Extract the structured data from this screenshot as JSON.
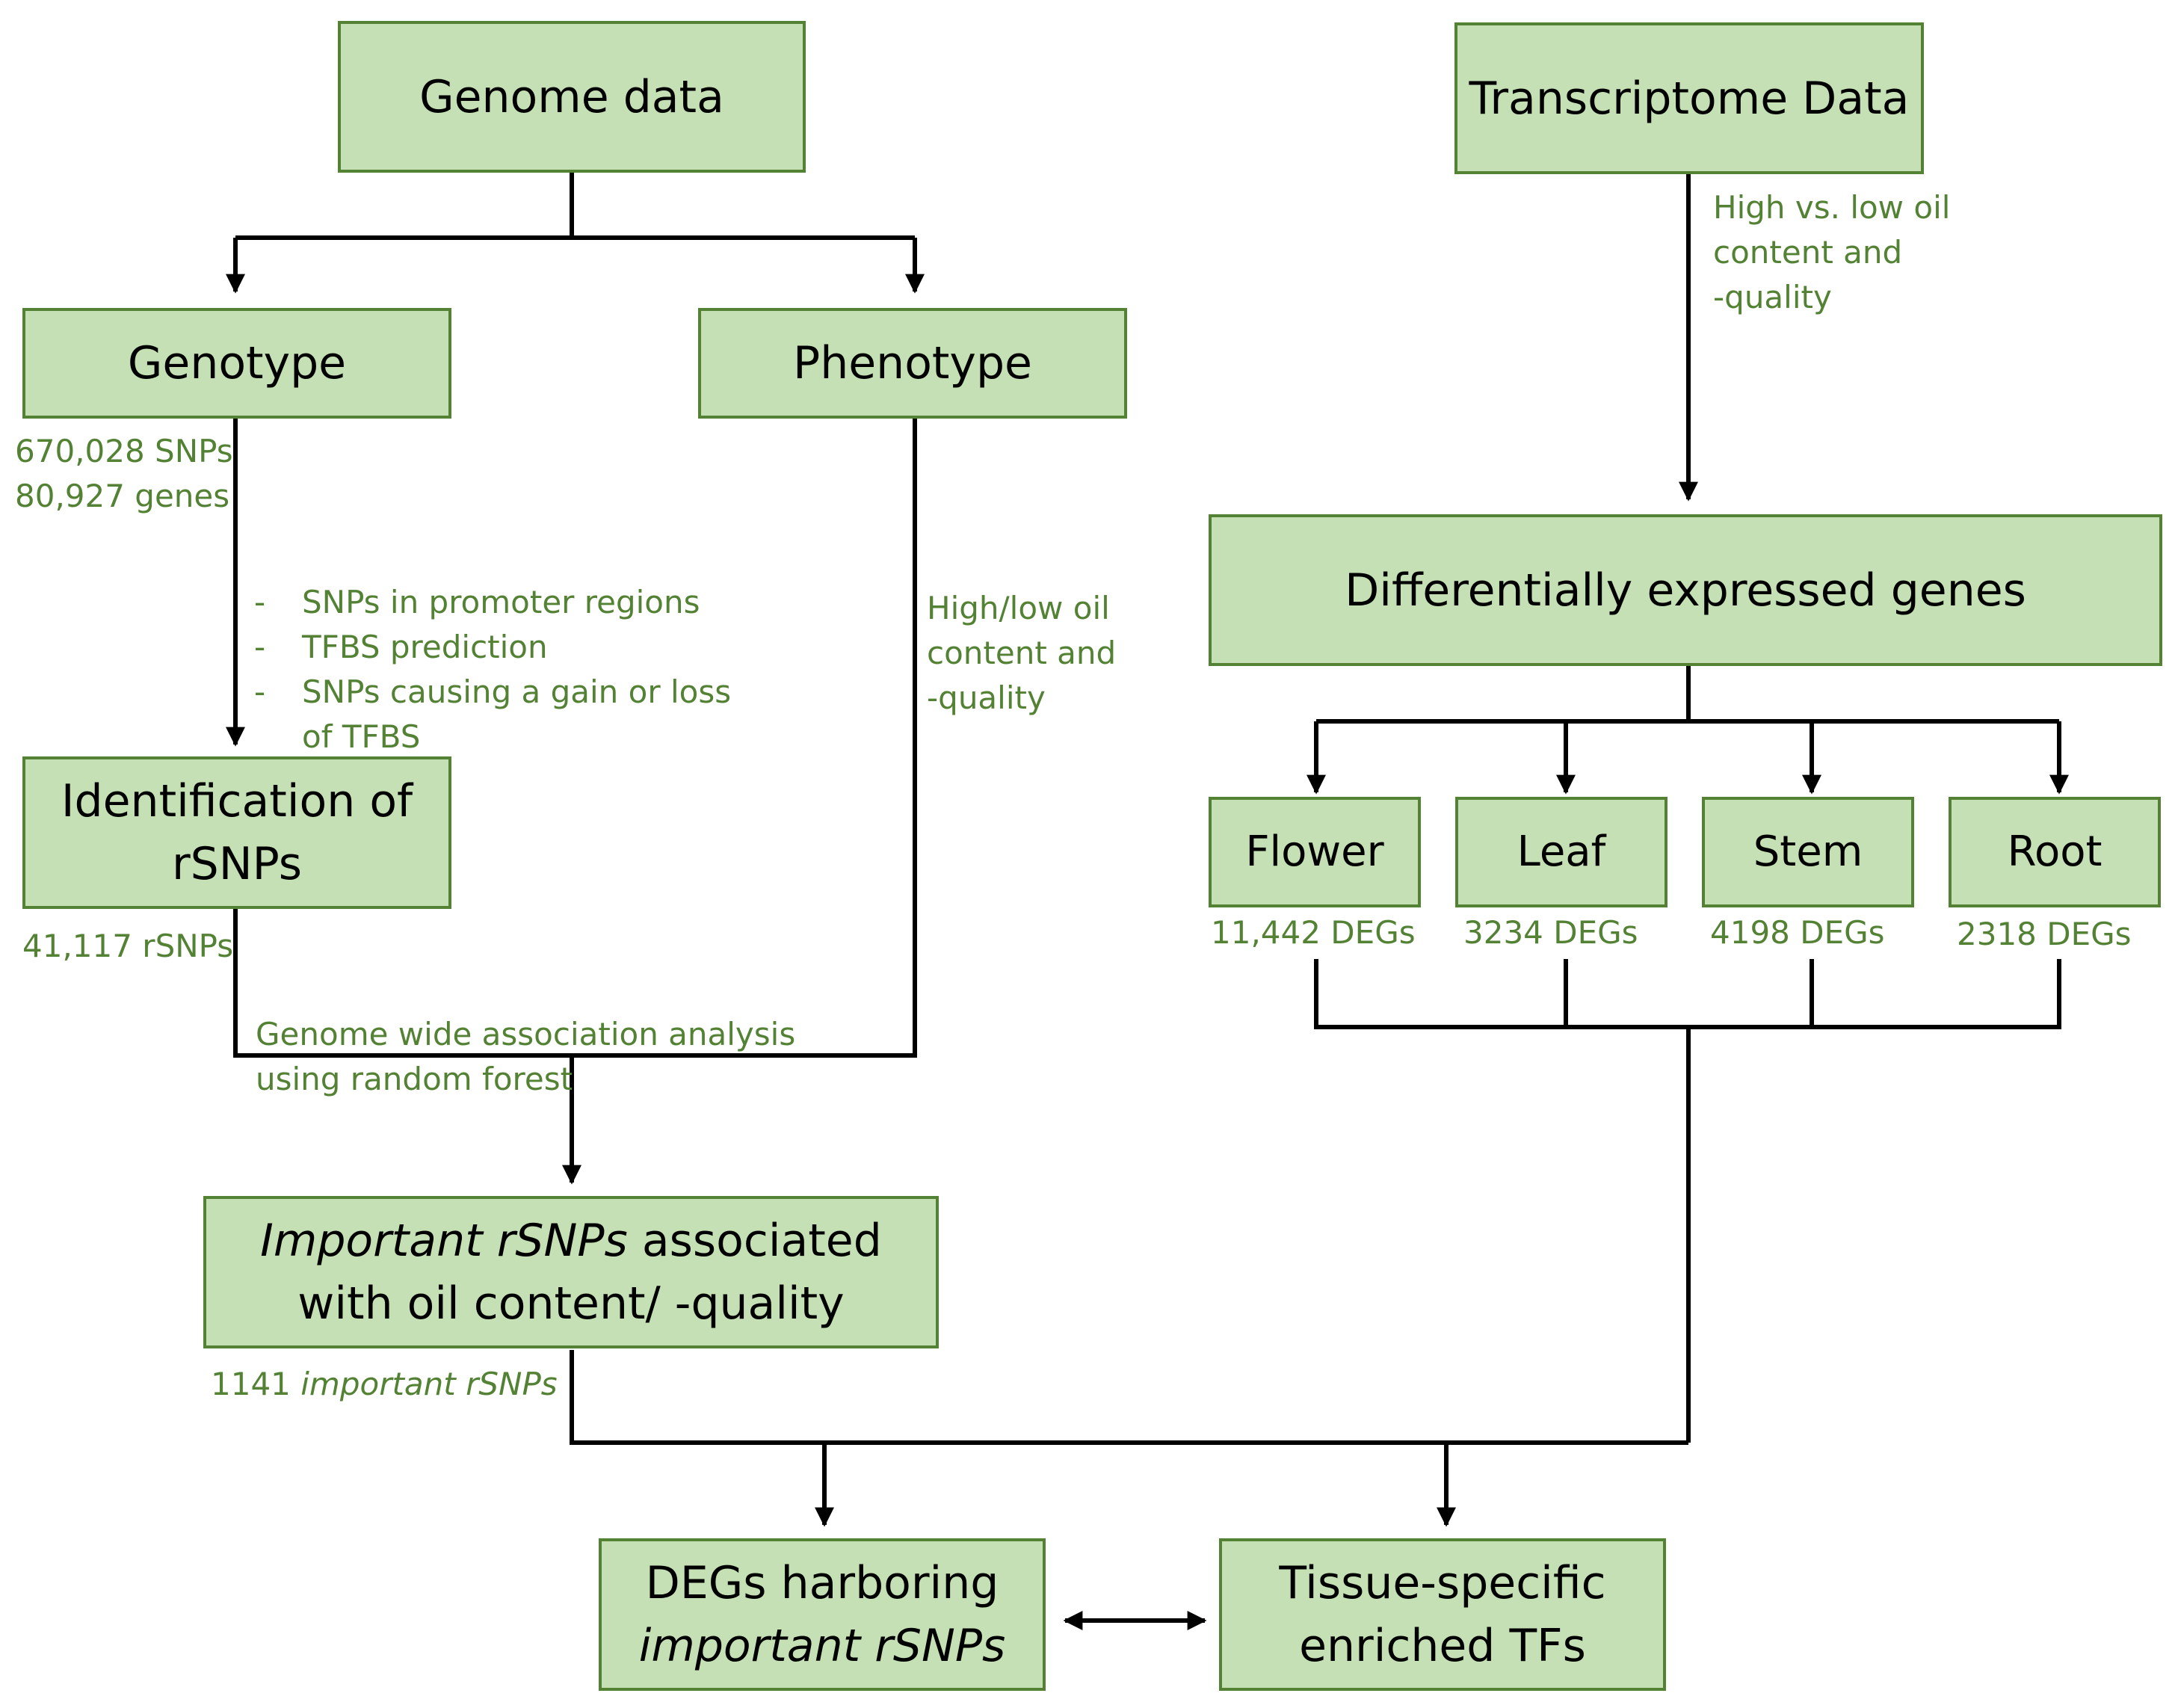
{
  "boxes": {
    "genome": "Genome data",
    "transcriptome": "Transcriptome Data",
    "genotype": "Genotype",
    "phenotype": "Phenotype",
    "identification_line1": "Identification of",
    "identification_line2": "rSNPs",
    "degs": "Differentially expressed genes",
    "flower": "Flower",
    "leaf": "Leaf",
    "stem": "Stem",
    "root": "Root",
    "important_italic": "Important rSNPs",
    "important_rest": " associated",
    "important_line2": "with oil content/ -quality",
    "harboring_line1": "DEGs harboring",
    "harboring_line2": "important rSNPs",
    "tissue_line1": "Tissue-specific",
    "tissue_line2": "enriched TFs"
  },
  "notes": {
    "snps_count": "670,028 SNPs",
    "genes_count": "80,927 genes",
    "filter_bullets": [
      "SNPs in promoter regions",
      "TFBS prediction",
      "SNPs causing a gain or loss"
    ],
    "filter_bullet_continuation": "of TFBS",
    "phenotype_line1": "High/low oil",
    "phenotype_line2": "content and",
    "phenotype_line3": "-quality",
    "transcriptome_line1": "High vs. low oil",
    "transcriptome_line2": "content and",
    "transcriptome_line3": "-quality",
    "rsnps_count": "41,117 rSNPs",
    "gwas_line1": "Genome wide association analysis",
    "gwas_line2": "using random forest",
    "important_count_number": "1141 ",
    "important_count_italic": "important rSNPs",
    "flower_degs": "11,442 DEGs",
    "leaf_degs": "3234 DEGs",
    "stem_degs": "4198 DEGs",
    "root_degs": "2318 DEGs"
  },
  "colors": {
    "box_fill": "#c5e0b4",
    "box_border": "#548235",
    "annotation_text": "#548235",
    "connector": "#000000"
  }
}
